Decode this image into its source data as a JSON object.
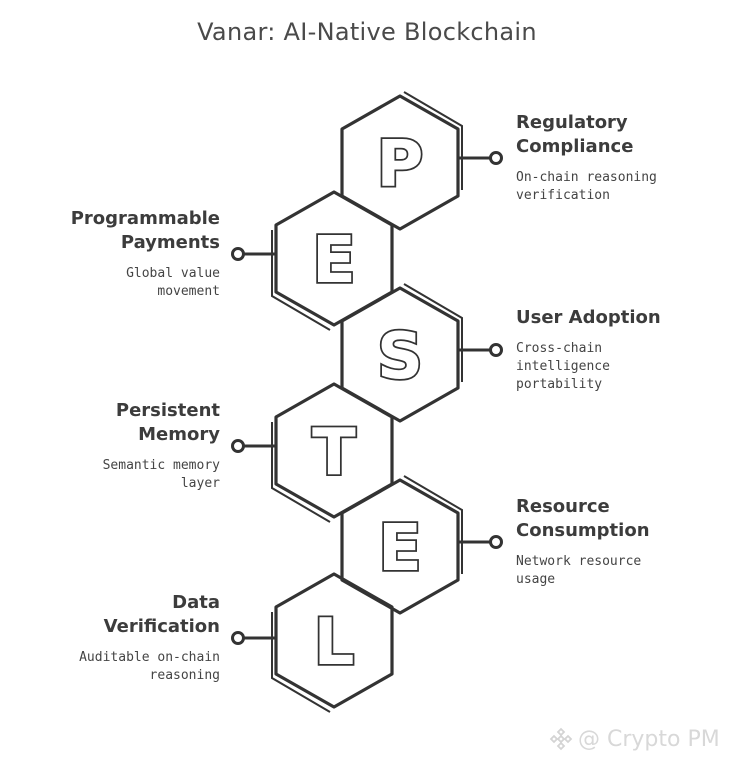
{
  "title": "Vanar: AI-Native Blockchain",
  "colors": {
    "stroke": "#333333",
    "text": "#3c3c3c"
  },
  "items": [
    {
      "letter": "P",
      "heading": "Regulatory\nCompliance",
      "description": "On-chain reasoning\nverification",
      "side": "right"
    },
    {
      "letter": "E",
      "heading": "Programmable\nPayments",
      "description": "Global value\nmovement",
      "side": "left"
    },
    {
      "letter": "S",
      "heading": "User Adoption",
      "description": "Cross-chain\nintelligence\nportability",
      "side": "right"
    },
    {
      "letter": "T",
      "heading": "Persistent\nMemory",
      "description": "Semantic memory\nlayer",
      "side": "left"
    },
    {
      "letter": "E",
      "heading": "Resource\nConsumption",
      "description": "Network resource\nusage",
      "side": "right"
    },
    {
      "letter": "L",
      "heading": "Data\nVerification",
      "description": "Auditable on-chain\nreasoning",
      "side": "left"
    }
  ],
  "watermark": {
    "text": "@ Crypto PM",
    "icon": "binance-logo-icon"
  }
}
